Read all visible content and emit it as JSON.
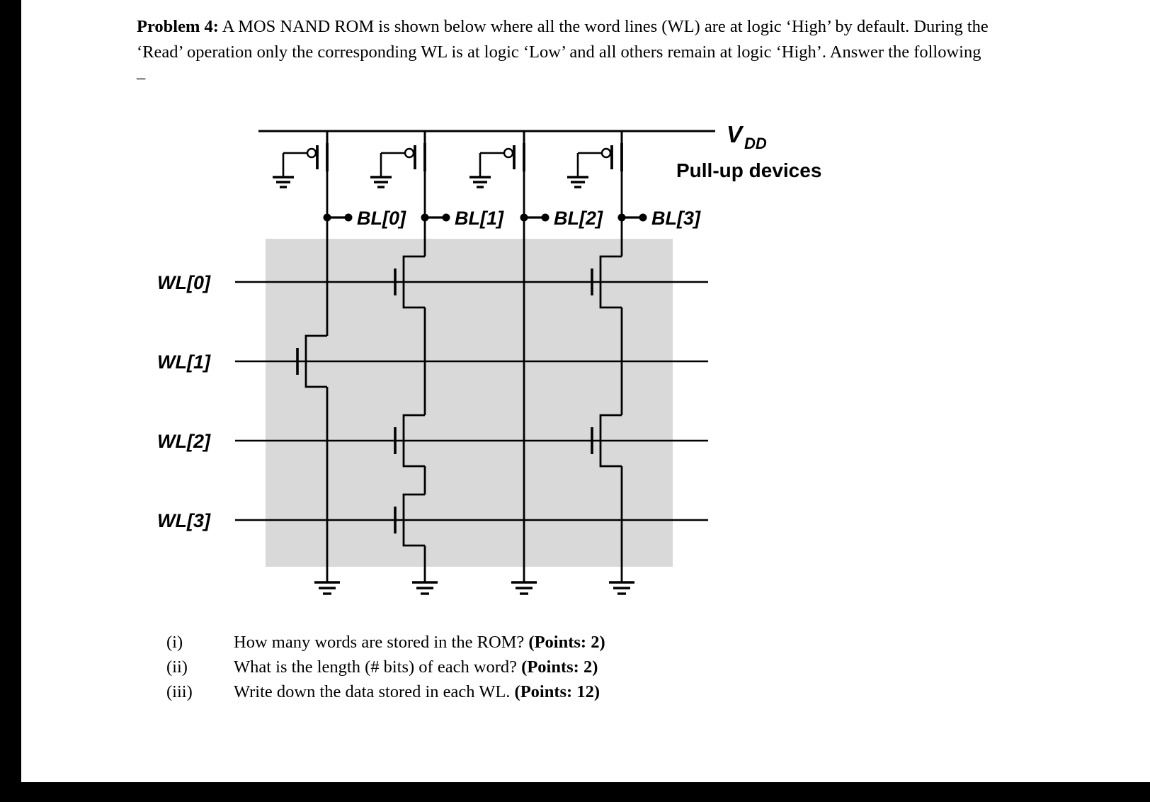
{
  "problem": {
    "label": "Problem 4:",
    "body": "A MOS NAND ROM is shown below where all the word lines (WL) are at logic ‘High’ by default. During the ‘Read’ operation only the corresponding WL is at logic ‘Low’ and all others remain at logic ‘High’. Answer the following –"
  },
  "diagram": {
    "vdd_label": "V",
    "vdd_sub": "DD",
    "pullup_label": "Pull-up devices",
    "bit_lines": [
      "BL[0]",
      "BL[1]",
      "BL[2]",
      "BL[3]"
    ],
    "word_lines": [
      "WL[0]",
      "WL[1]",
      "WL[2]",
      "WL[3]"
    ],
    "nmos_transistors_wl_bl": [
      [
        0,
        1
      ],
      [
        0,
        3
      ],
      [
        1,
        0
      ],
      [
        2,
        1
      ],
      [
        2,
        3
      ],
      [
        3,
        1
      ]
    ]
  },
  "questions": [
    {
      "num": "(i)",
      "text": "How many words are stored in the ROM?",
      "points": "(Points: 2)"
    },
    {
      "num": "(ii)",
      "text": "What is the length (# bits) of each word?",
      "points": "(Points: 2)"
    },
    {
      "num": "(iii)",
      "text": "Write down the data stored in each WL.",
      "points": "(Points: 12)"
    }
  ]
}
